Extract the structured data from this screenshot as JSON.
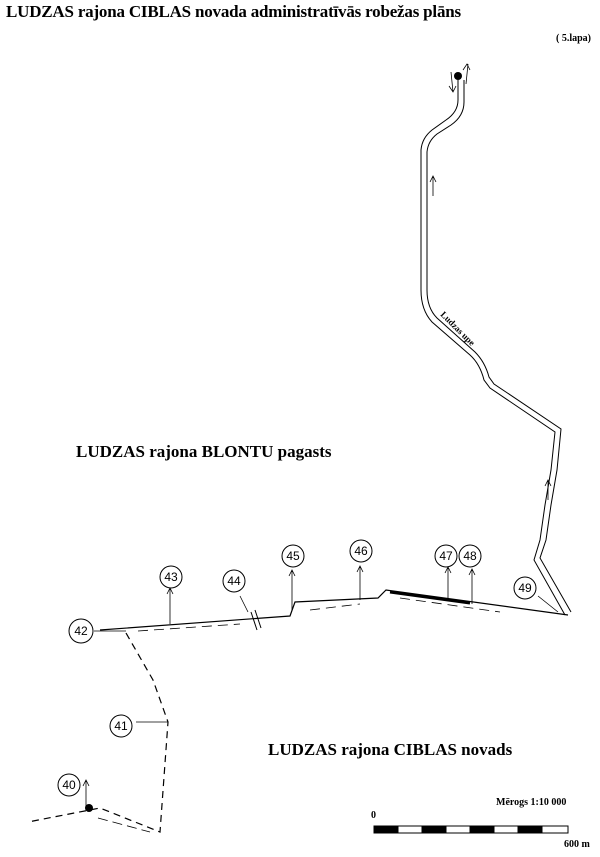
{
  "title": "LUDZAS rajona CIBLAS novada administratīvās robežas plāns",
  "sheet_label": "( 5.lapa)",
  "areas": {
    "north": "LUDZAS rajona BLONTU pagasts",
    "south": "LUDZAS rajona CIBLAS novads"
  },
  "river_label": "Ludzas upe",
  "markers": [
    "40",
    "41",
    "42",
    "43",
    "44",
    "45",
    "46",
    "47",
    "48",
    "49"
  ],
  "scale": {
    "title": "Mērogs 1:10 000",
    "start": "0",
    "end": "600 m"
  }
}
